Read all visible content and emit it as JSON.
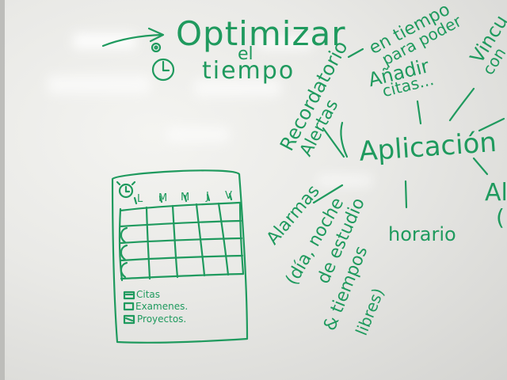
{
  "ink_color": "#1f9a5e",
  "title": {
    "line1": "Optimizar",
    "line2": "el",
    "line3": "tiempo"
  },
  "center": "Aplicación",
  "branches": {
    "reminder": {
      "line1": "Recordatorio",
      "line2": "Alertas"
    },
    "sync": {
      "line1": "en tiempo",
      "line2": "para poder"
    },
    "add": {
      "line1": "Añadir",
      "line2": "citas..."
    },
    "link": {
      "line1": "Vincu",
      "line2": "con"
    },
    "right_edge": {
      "line1": "Al",
      "line2": "("
    },
    "schedule": "horario",
    "alarms": {
      "line1": "Alarmas",
      "line2": "(día, noche",
      "line3": "de estudio",
      "line4": "& tiempos",
      "line5": "libres)"
    }
  },
  "calendar": {
    "days": [
      "L",
      "M",
      "M",
      "J",
      "V"
    ],
    "legend": [
      "Citas",
      "Examenes.",
      "Proyectos."
    ]
  },
  "icons": [
    "arrow-icon",
    "target-icon",
    "clock-icon",
    "alarm-clock-icon"
  ]
}
